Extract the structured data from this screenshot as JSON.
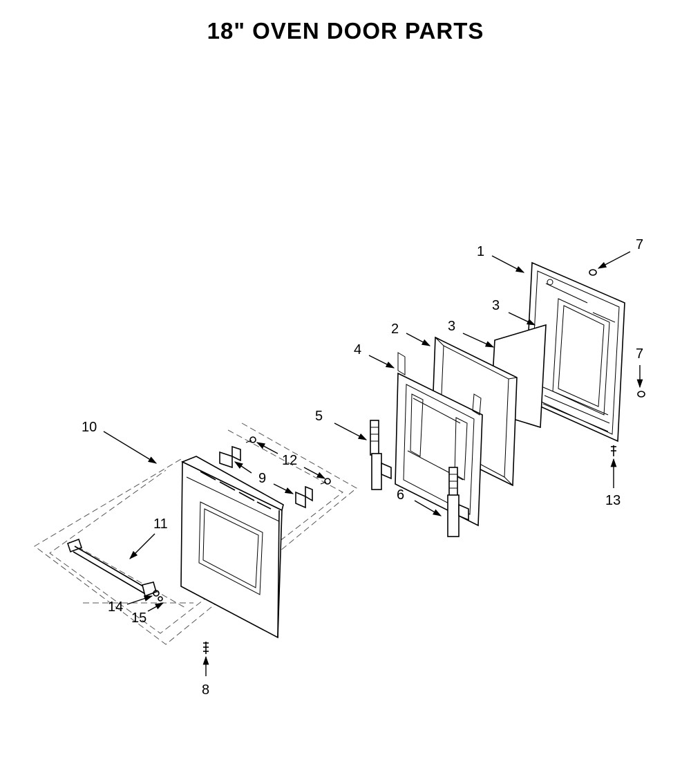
{
  "title": "18\" OVEN DOOR PARTS",
  "callouts": {
    "c1": "1",
    "c2": "2",
    "c3a": "3",
    "c3b": "3",
    "c4": "4",
    "c5": "5",
    "c6": "6",
    "c7a": "7",
    "c7b": "7",
    "c8": "8",
    "c9": "9",
    "c10": "10",
    "c11": "11",
    "c12": "12",
    "c13": "13",
    "c14": "14",
    "c15": "15"
  }
}
